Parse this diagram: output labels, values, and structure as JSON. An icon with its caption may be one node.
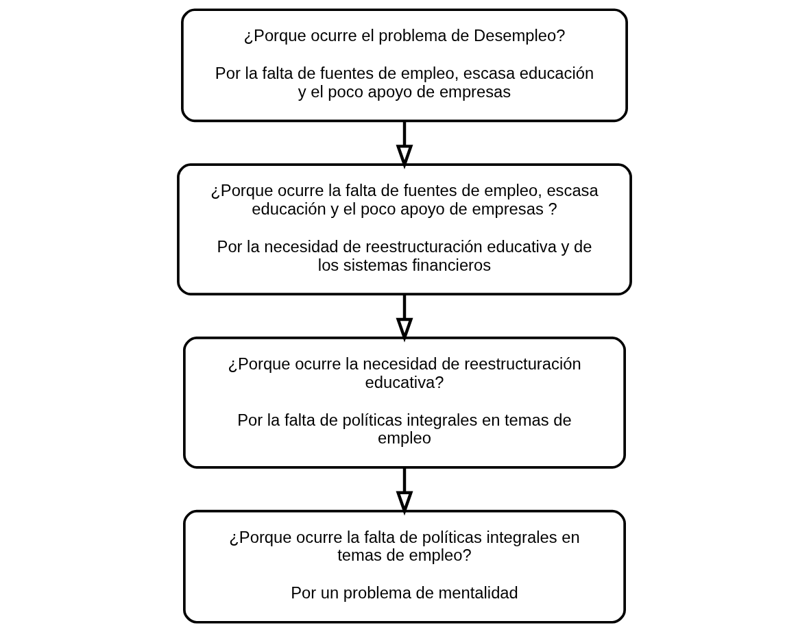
{
  "diagram": {
    "nodes": [
      {
        "text": [
          "¿Porque ocurre el problema de Desempleo?",
          "Por la falta de fuentes de empleo, escasa educación y el poco apoyo de empresas"
        ]
      },
      {
        "text": [
          "¿Porque ocurre la falta de fuentes de empleo, escasa educación y el poco apoyo de empresas ?",
          "Por la necesidad de reestructuración educativa y de los sistemas financieros"
        ]
      },
      {
        "text": [
          "¿Porque ocurre la necesidad de reestructuración educativa?",
          "Por la falta de políticas integrales en temas de empleo"
        ]
      },
      {
        "text": [
          "¿Porque ocurre la falta de políticas integrales en temas de empleo?",
          "Por un problema de mentalidad"
        ]
      }
    ],
    "edges": [
      {
        "from": 0,
        "to": 1,
        "arrow": "to"
      },
      {
        "from": 1,
        "to": 2,
        "arrow": "to"
      },
      {
        "from": 2,
        "to": 3,
        "arrow": "to"
      }
    ]
  }
}
